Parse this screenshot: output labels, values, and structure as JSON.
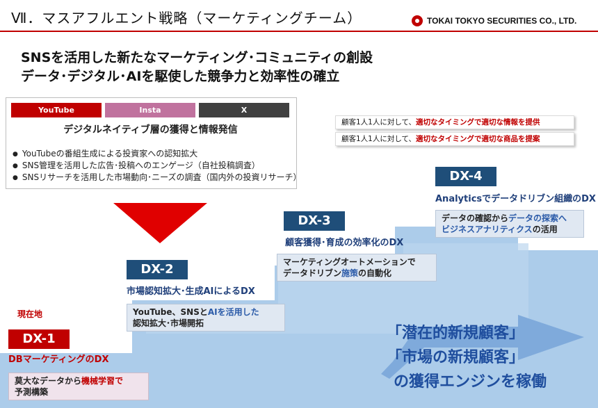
{
  "header": {
    "title": "Ⅶ．マスアフルエント戦略（マーケティングチーム）",
    "company": "TOKAI TOKYO SECURITIES CO., LTD.",
    "accent_color": "#c00000"
  },
  "headline": {
    "line1": "SNSを活用した新たなマーケティング･コミュニティの創設",
    "line2": "データ･デジタル･AIを駆使した競争力と効率性の確立"
  },
  "channels": {
    "tabs": [
      {
        "label": "YouTube",
        "color": "#c00000"
      },
      {
        "label": "Insta",
        "color": "#c0729e"
      },
      {
        "label": "X",
        "color": "#404040"
      }
    ],
    "heading": "デジタルネイティブ層の獲得と情報発信",
    "bullets": [
      "YouTubeの番組生成による投資家への認知拡大",
      "SNS管理を活用した広告･投稿へのエンゲージ（自社投稿調査）",
      "SNSリサーチを活用した市場動向･ニーズの調査（国内外の投資リサーチ）"
    ]
  },
  "callouts": [
    {
      "prefix": "顧客1人1人に対して、",
      "highlight": "適切なタイミングで適切な情報を提供"
    },
    {
      "prefix": "顧客1人1人に対して、",
      "highlight": "適切なタイミングで適切な商品を提案"
    }
  ],
  "current_position": "現在地",
  "stages": {
    "dx1": {
      "label": "DX-1",
      "subtitle": "DBマーケティングのDX",
      "desc_plain": "莫大なデータから",
      "desc_highlight": "機械学習で",
      "desc_line2": "予測構築"
    },
    "dx2": {
      "label": "DX-2",
      "subtitle": "市場認知拡大･生成AIによるDX",
      "desc_line1_a": "YouTube、SNSと",
      "desc_line1_b": "AIを活用した",
      "desc_line2": "認知拡大･市場開拓"
    },
    "dx3": {
      "label": "DX-3",
      "subtitle": "顧客獲得･育成の効率化のDX",
      "desc_line1": "マーケティングオートメーションで",
      "desc_line2_a": "データドリブン",
      "desc_line2_b": "施策",
      "desc_line2_c": "の自動化"
    },
    "dx4": {
      "label": "DX-4",
      "subtitle": "Analyticsでデータドリブン組織のDX",
      "desc_line1_a": "データの確認から",
      "desc_line1_b": "データの探索へ",
      "desc_line2_a": "ビジネスアナリティクス",
      "desc_line2_b": "の活用"
    }
  },
  "goal": {
    "line1": "「潜在的新規顧客」",
    "line2": "「市場の新規顧客」",
    "line3": "の獲得エンジンを稼働"
  },
  "colors": {
    "dx_box": "#1f4e79",
    "dx1_box": "#c00000",
    "staircase": "#9dc3e6",
    "arrow": "#7faadb"
  }
}
